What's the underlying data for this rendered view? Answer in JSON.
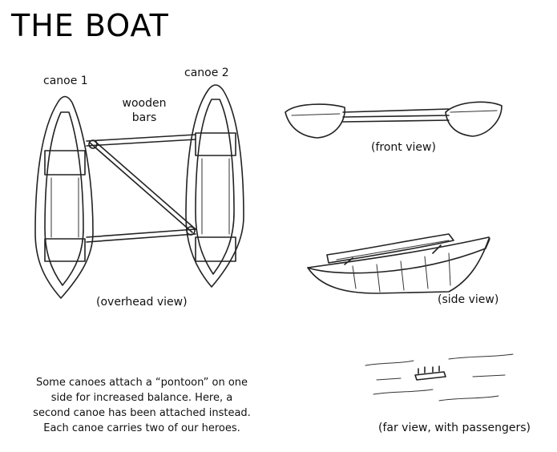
{
  "title": "THE BOAT",
  "labels": {
    "canoe1": "canoe 1",
    "canoe2": "canoe 2",
    "wooden_bars_line1": "wooden",
    "wooden_bars_line2": "bars",
    "overhead_view": "(overhead view)",
    "front_view": "(front view)",
    "side_view": "(side view)",
    "far_view": "(far view, with passengers)"
  },
  "caption": [
    "Some canoes attach a “pontoon” on one",
    "side for increased balance. Here, a",
    "second canoe has been attached instead.",
    "Each canoe carries two of our heroes."
  ]
}
